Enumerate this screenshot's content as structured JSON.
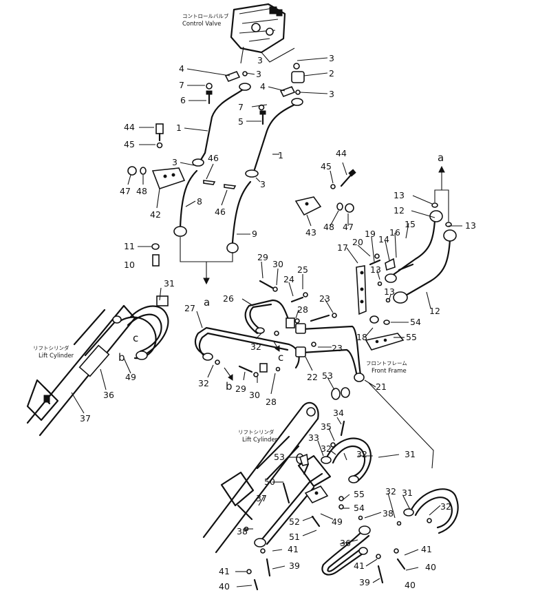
{
  "labels": {
    "control_valve_jp": "コントロールバルブ",
    "control_valve_en": "Control Valve",
    "lift_cylinder_left_jp": "リフトシリンダ",
    "lift_cylinder_left_en": "Lift Cylinder",
    "lift_cylinder_right_jp": "リフトシリンダ",
    "lift_cylinder_right_en": "Lift Cylinder",
    "front_frame_jp": "フロントフレーム",
    "front_frame_en": "Front Frame"
  },
  "references": {
    "a": "a",
    "b": "b",
    "c": "c"
  },
  "callouts": {
    "c1": "3",
    "c2": "2",
    "c3": "3",
    "c4": "4",
    "c5": "3",
    "c6": "7",
    "c7": "4",
    "c8": "3",
    "c9": "6",
    "c10": "7",
    "c11": "5",
    "c12": "44",
    "c13": "1",
    "c14": "45",
    "c15": "1",
    "c16": "44",
    "c17": "3",
    "c18": "46",
    "c19": "45",
    "c20": "3",
    "c21": "47",
    "c22": "48",
    "c23": "8",
    "c24": "46",
    "c25": "42",
    "c26": "43",
    "c27": "48",
    "c28": "47",
    "c29": "13",
    "c30": "12",
    "c31": "15",
    "c32": "16",
    "c33": "13",
    "c34": "9",
    "c35": "11",
    "c36": "10",
    "c37": "19",
    "c38": "14",
    "c39": "20",
    "c40": "17",
    "c41": "29",
    "c42": "30",
    "c43": "25",
    "c44": "24",
    "c45": "13",
    "c46": "13",
    "c47": "31",
    "c48": "26",
    "c49": "23",
    "c50": "12",
    "c51": "27",
    "c52": "28",
    "c53": "54",
    "c54": "18",
    "c55": "55",
    "c56": "32",
    "c57": "23",
    "c58": "49",
    "c59": "22",
    "c60": "53",
    "c61": "21",
    "c62": "36",
    "c63": "32",
    "c64": "29",
    "c65": "30",
    "c66": "28",
    "c67": "37",
    "c68": "34",
    "c69": "35",
    "c70": "33",
    "c71": "31",
    "c72": "32",
    "c73": "53",
    "c74": "32",
    "c75": "50",
    "c76": "55",
    "c77": "31",
    "c78": "37",
    "c79": "54",
    "c80": "32",
    "c81": "49",
    "c82": "32",
    "c83": "52",
    "c84": "38",
    "c85": "38",
    "c86": "51",
    "c87": "36",
    "c88": "41",
    "c89": "41",
    "c90": "39",
    "c91": "41",
    "c92": "40",
    "c93": "39",
    "c94": "40",
    "c95": "41",
    "c96": "40"
  }
}
